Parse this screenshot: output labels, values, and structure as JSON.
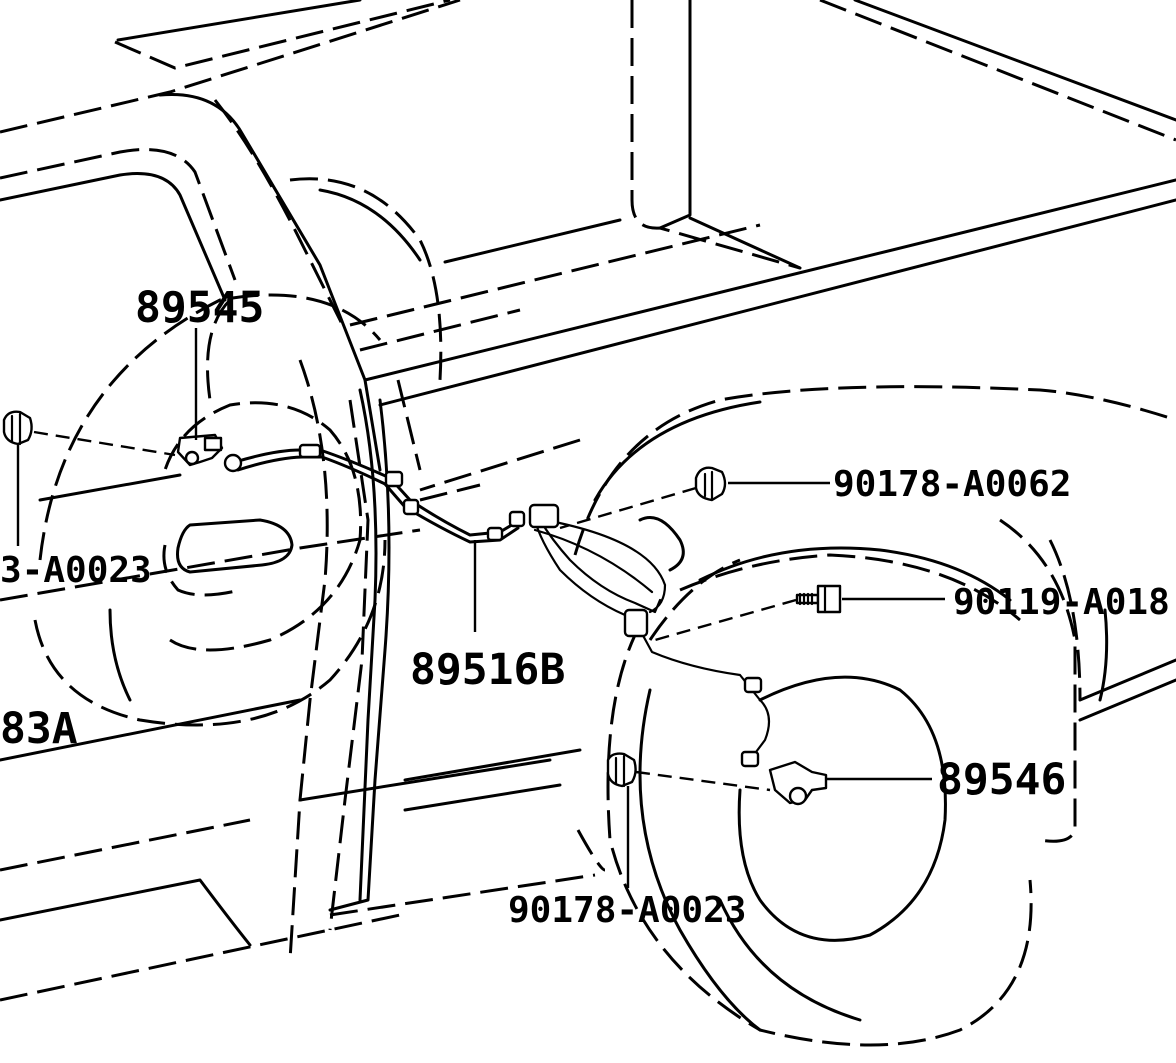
{
  "labels": {
    "sensor_rear_left": "89545",
    "sensor_rear_right": "89546",
    "wire_harness": "89516B",
    "clip_upper": "90178-A0062",
    "bolt": "90119-A018",
    "clip_lower": "90178-A0023",
    "clip_left_partial": "3-A0023",
    "partial_left": "83A"
  },
  "icons": {
    "sensor_left": "abs-speed-sensor-icon",
    "sensor_right": "abs-speed-sensor-icon",
    "clip": "push-clip-icon",
    "bolt": "bolt-icon"
  },
  "colors": {
    "line": "#000000",
    "background": "#ffffff"
  }
}
